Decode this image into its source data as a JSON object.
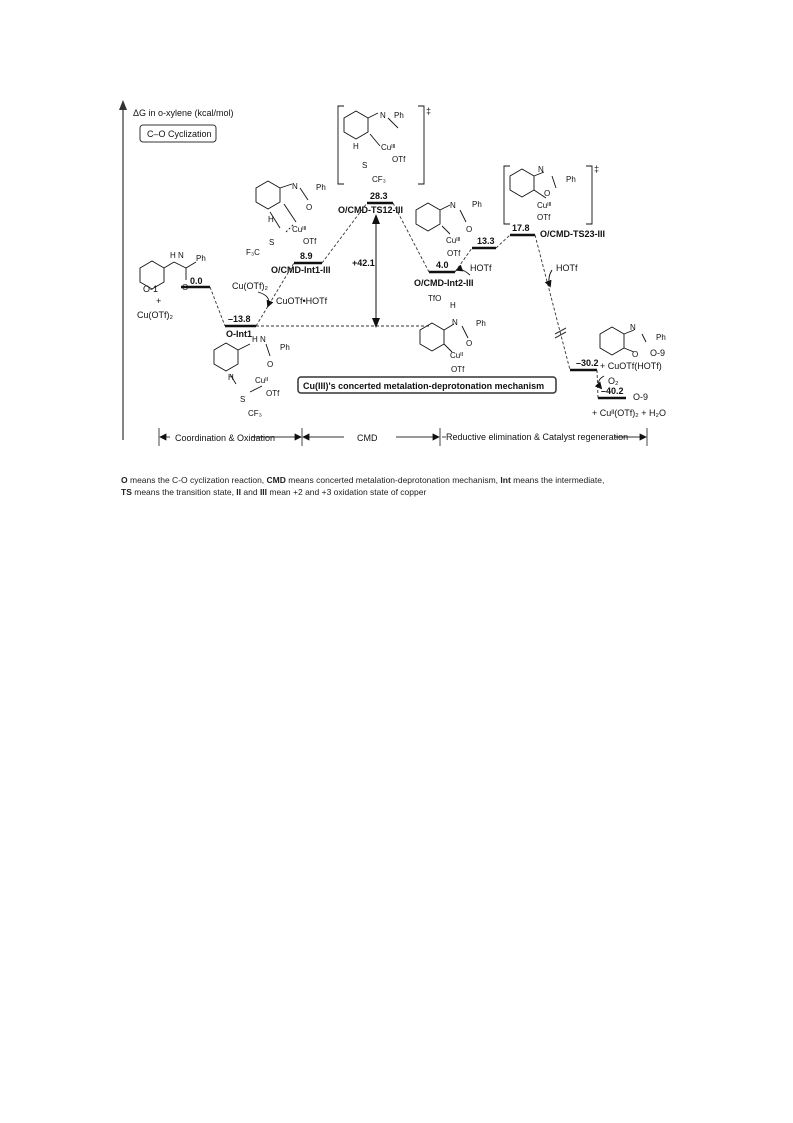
{
  "axis": {
    "ylabel": "ΔG in o-xylene (kcal/mol)"
  },
  "title_box": "C–O Cyclization",
  "mechanism_box": "Cu(III)'s concerted metalation-deprotonation mechanism",
  "levels": [
    {
      "id": "o1",
      "value": "0.0",
      "name": "O-1"
    },
    {
      "id": "int1",
      "value": "–13.8",
      "name": "O-Int1"
    },
    {
      "id": "int1iii",
      "value": "8.9",
      "name": "O/CMD-Int1-III"
    },
    {
      "id": "ts12",
      "value": "28.3",
      "name": "O/CMD-TS12-III"
    },
    {
      "id": "int2",
      "value": "4.0",
      "name": "O/CMD-Int2-III"
    },
    {
      "id": "l133",
      "value": "13.3",
      "name": ""
    },
    {
      "id": "ts23",
      "value": "17.8",
      "name": "O/CMD-TS23-III"
    },
    {
      "id": "p302",
      "value": "–30.2",
      "name": ""
    },
    {
      "id": "p402",
      "value": "–40.2",
      "name": ""
    }
  ],
  "barrier": "+42.1",
  "annotations": {
    "plus": "+",
    "cuotf2_a": "Cu(OTf)₂",
    "cuotf2_b": "Cu(OTf)₂",
    "cuotf_hotf": "CuOTf•HOTf",
    "hotf_a": "HOTf",
    "hotf_b": "HOTf",
    "cuotf_hotf_b": "+ CuOTf(HOTf)",
    "o2": "O₂",
    "o9_a": "O-9",
    "o9_b": "O-9",
    "final": "+ Cuᴵᴵ(OTf)₂ + H₂O",
    "dagger": "‡"
  },
  "structures": {
    "ph": "Ph",
    "n": "N",
    "o": "O",
    "h": "H",
    "nh": "H N",
    "s": "S",
    "cf3": "CF₃",
    "f3c": "F₃C",
    "otf": "OTf",
    "tfo": "TfO",
    "cu2": "Cuᴵᴵ",
    "cu3": "Cuᴵᴵᴵ"
  },
  "stages": [
    "Coordination & Oxidation",
    "CMD",
    "Reductive elimination  & Catalyst regeneration"
  ],
  "caption": {
    "l1_b1": "O",
    "l1_t1": " means the C-O cyclization reaction, ",
    "l1_b2": "CMD",
    "l1_t2": " means concerted metalation-deprotonation mechanism, ",
    "l1_b3": "Int",
    "l1_t3": " means the intermediate,",
    "l2_b1": "TS",
    "l2_t1": " means the transition state, ",
    "l2_b2": "II",
    "l2_t2": " and ",
    "l2_b3": "III",
    "l2_t3": " mean +2 and +3 oxidation state of copper"
  }
}
